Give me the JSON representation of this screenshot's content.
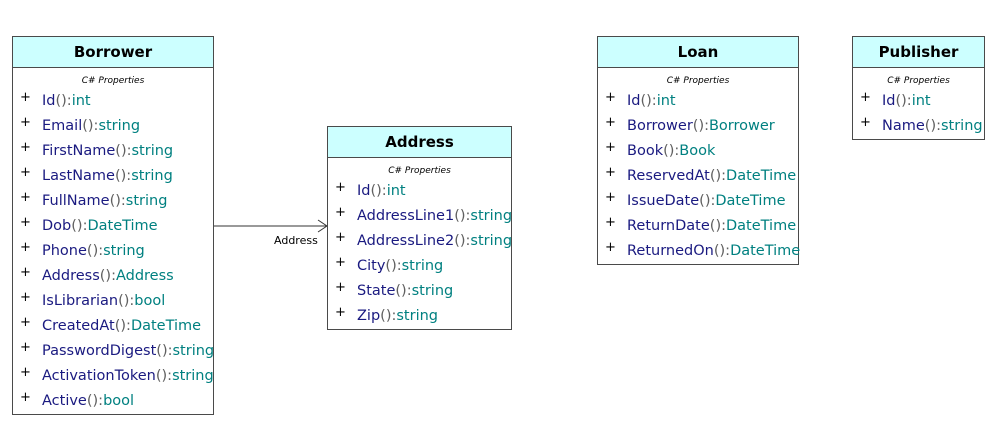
{
  "classes": {
    "borrower": {
      "name": "Borrower",
      "stereotype": "C# Properties",
      "props": [
        {
          "vis": "+",
          "name": "Id",
          "type": "int"
        },
        {
          "vis": "+",
          "name": "Email",
          "type": "string"
        },
        {
          "vis": "+",
          "name": "FirstName",
          "type": "string"
        },
        {
          "vis": "+",
          "name": "LastName",
          "type": "string"
        },
        {
          "vis": "+",
          "name": "FullName",
          "type": "string"
        },
        {
          "vis": "+",
          "name": "Dob",
          "type": "DateTime"
        },
        {
          "vis": "+",
          "name": "Phone",
          "type": "string"
        },
        {
          "vis": "+",
          "name": "Address",
          "type": "Address"
        },
        {
          "vis": "+",
          "name": "IsLibrarian",
          "type": "bool"
        },
        {
          "vis": "+",
          "name": "CreatedAt",
          "type": "DateTime"
        },
        {
          "vis": "+",
          "name": "PasswordDigest",
          "type": "string"
        },
        {
          "vis": "+",
          "name": "ActivationToken",
          "type": "string"
        },
        {
          "vis": "+",
          "name": "Active",
          "type": "bool"
        }
      ]
    },
    "address": {
      "name": "Address",
      "stereotype": "C# Properties",
      "props": [
        {
          "vis": "+",
          "name": "Id",
          "type": "int"
        },
        {
          "vis": "+",
          "name": "AddressLine1",
          "type": "string"
        },
        {
          "vis": "+",
          "name": "AddressLine2",
          "type": "string"
        },
        {
          "vis": "+",
          "name": "City",
          "type": "string"
        },
        {
          "vis": "+",
          "name": "State",
          "type": "string"
        },
        {
          "vis": "+",
          "name": "Zip",
          "type": "string"
        }
      ]
    },
    "loan": {
      "name": "Loan",
      "stereotype": "C# Properties",
      "props": [
        {
          "vis": "+",
          "name": "Id",
          "type": "int"
        },
        {
          "vis": "+",
          "name": "Borrower",
          "type": "Borrower"
        },
        {
          "vis": "+",
          "name": "Book",
          "type": "Book"
        },
        {
          "vis": "+",
          "name": "ReservedAt",
          "type": "DateTime"
        },
        {
          "vis": "+",
          "name": "IssueDate",
          "type": "DateTime"
        },
        {
          "vis": "+",
          "name": "ReturnDate",
          "type": "DateTime"
        },
        {
          "vis": "+",
          "name": "ReturnedOn",
          "type": "DateTime"
        }
      ]
    },
    "publisher": {
      "name": "Publisher",
      "stereotype": "C# Properties",
      "props": [
        {
          "vis": "+",
          "name": "Id",
          "type": "int"
        },
        {
          "vis": "+",
          "name": "Name",
          "type": "string"
        }
      ]
    }
  },
  "associations": [
    {
      "from": "Borrower",
      "to": "Address",
      "label": "Address"
    }
  ],
  "colors": {
    "header_fill": "#ccffff",
    "border": "#4a4a4a",
    "prop_name": "#1a1a80",
    "prop_type": "#008080"
  }
}
